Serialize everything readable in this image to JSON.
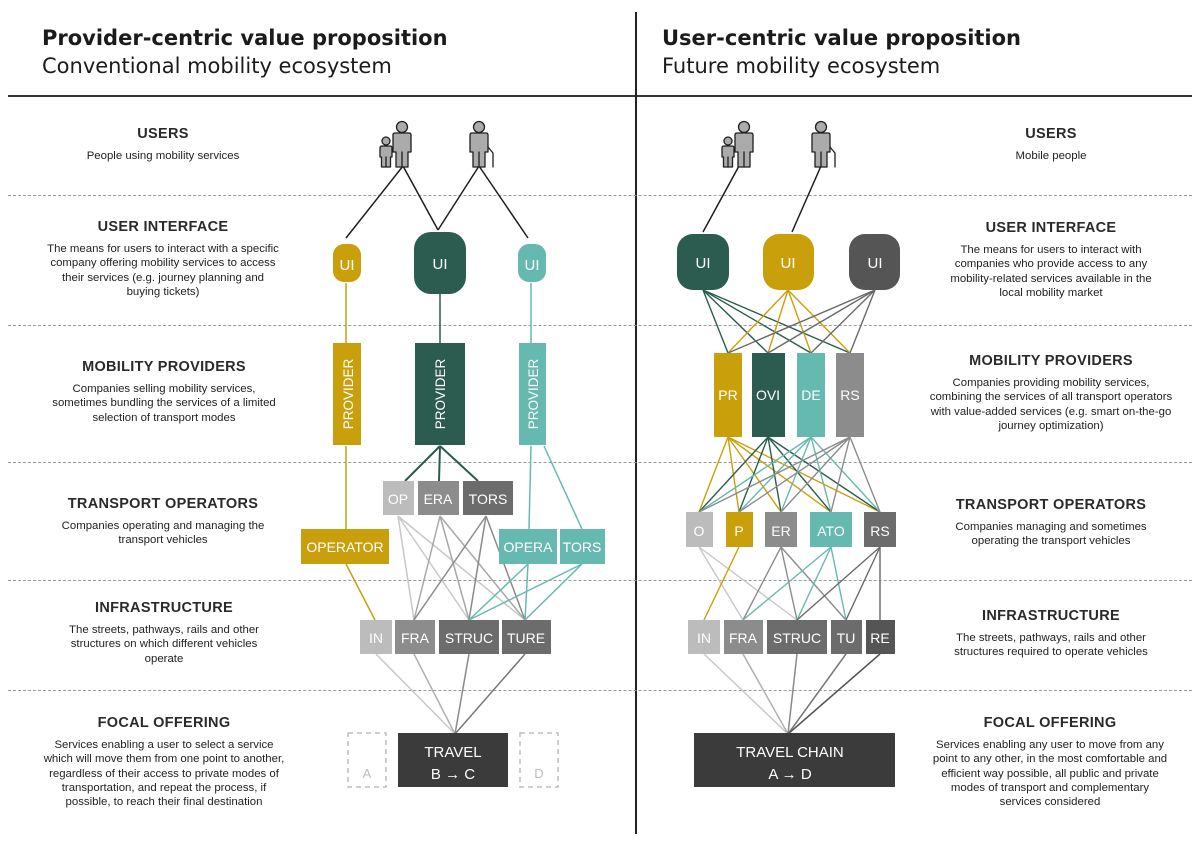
{
  "header": {
    "left_title": "Provider-centric value proposition",
    "left_subtitle": "Conventional mobility ecosystem",
    "right_title": "User-centric value proposition",
    "right_subtitle": "Future mobility ecosystem"
  },
  "left_layers": [
    {
      "title": "USERS",
      "desc": "People using mobility services"
    },
    {
      "title": "USER INTERFACE",
      "desc": "The means for users to interact with a specific company offering mobility services  to access their services (e.g. journey planning and buying tickets)"
    },
    {
      "title": "MOBILITY PROVIDERS",
      "desc": "Companies selling mobility services, sometimes bundling the services of a limited selection of transport modes"
    },
    {
      "title": "TRANSPORT OPERATORS",
      "desc": "Companies operating and managing the transport vehicles"
    },
    {
      "title": "INFRASTRUCTURE",
      "desc": "The streets, pathways, rails and other structures on which different  vehicles operate"
    },
    {
      "title": "FOCAL OFFERING",
      "desc": "Services enabling a user to select a service which will move them from one point to another, regardless of their access to private modes of transportation, and repeat the process, if possible, to reach their final destination"
    }
  ],
  "right_layers": [
    {
      "title": "USERS",
      "desc": "Mobile people"
    },
    {
      "title": "USER INTERFACE",
      "desc": "The means for users to interact with companies who provide access to any mobility-related services available in the local mobility market"
    },
    {
      "title": "MOBILITY PROVIDERS",
      "desc": "Companies providing mobility services, combining the services of all transport operators with value-added services (e.g. smart on-the-go journey optimization)"
    },
    {
      "title": "TRANSPORT OPERATORS",
      "desc": "Companies managing and sometimes operating the transport vehicles"
    },
    {
      "title": "INFRASTRUCTURE",
      "desc": "The streets, pathways, rails and other structures required to operate vehicles"
    },
    {
      "title": "FOCAL OFFERING",
      "desc": "Services enabling any user to move from any point to any other, in the most comfortable and efficient way possible, all public and private modes of transport and complementary services considered"
    }
  ],
  "left_diagram": {
    "ui": [
      "UI",
      "UI",
      "UI"
    ],
    "providers": [
      "PROVIDER",
      "PROVIDER",
      "PROVIDER"
    ],
    "operators_grey": [
      "OP",
      "ERA",
      "TORS"
    ],
    "operator_gold": "OPERATOR",
    "operators_teal": [
      "OPERA",
      "TORS"
    ],
    "infrastructure": [
      "IN",
      "FRA",
      "STRUC",
      "TURE"
    ],
    "offering": {
      "ghost_a": "A",
      "line1": "TRAVEL",
      "line2": "B → C",
      "ghost_d": "D"
    }
  },
  "right_diagram": {
    "ui": [
      "UI",
      "UI",
      "UI"
    ],
    "providers": [
      "PR",
      "OVI",
      "DE",
      "RS"
    ],
    "operators": [
      "O",
      "P",
      "ER",
      "ATO",
      "RS"
    ],
    "infrastructure": [
      "IN",
      "FRA",
      "STRUC",
      "TU",
      "RE"
    ],
    "offering": {
      "line1": "TRAVEL CHAIN",
      "line2": "A → D"
    }
  },
  "colors": {
    "gold": "#c9a00c",
    "dark_green": "#2b5c4f",
    "teal": "#66b9b0",
    "grey_light": "#bcbcbc",
    "grey_mid": "#8c8c8c",
    "grey_dark": "#6c6c6c",
    "charcoal": "#3b3b3b",
    "ui_grey": "#555555"
  },
  "icons": [
    "parent-child-user-icon",
    "elderly-user-icon"
  ]
}
